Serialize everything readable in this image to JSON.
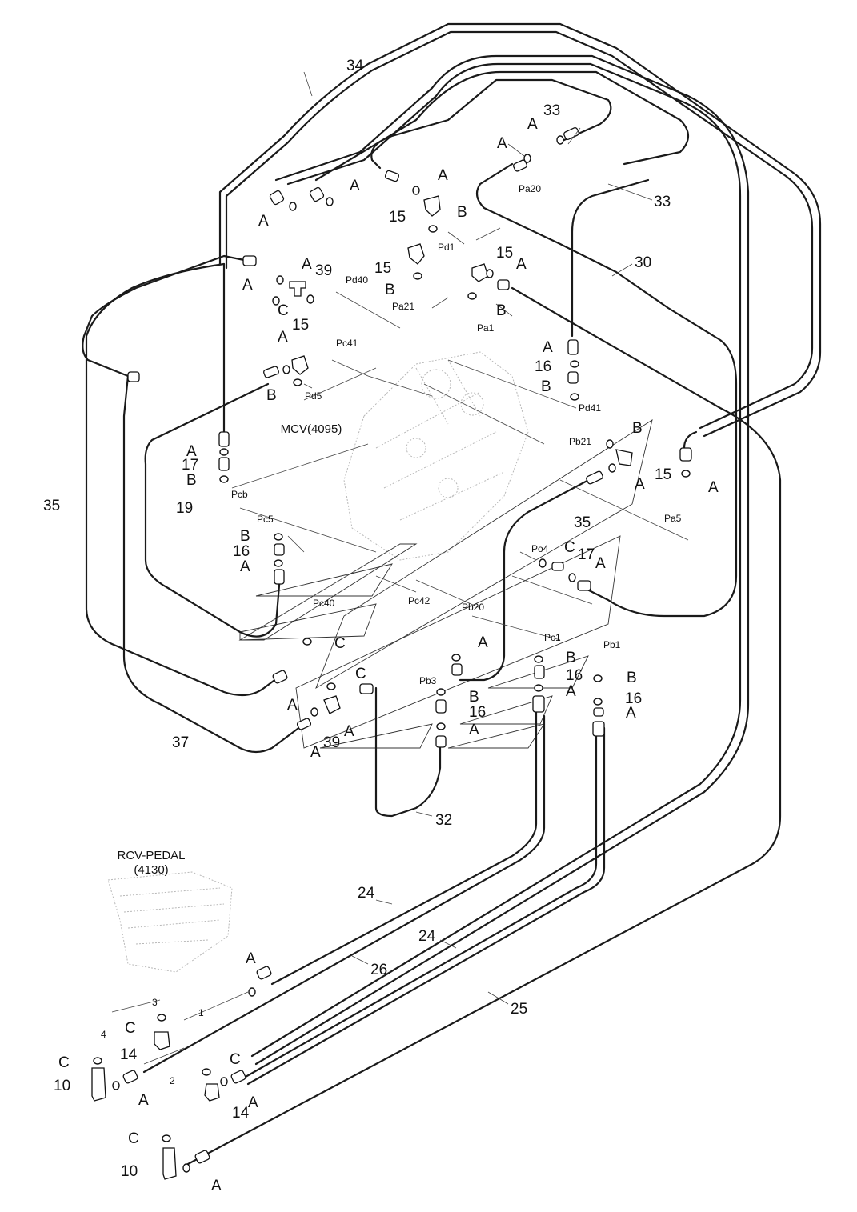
{
  "diagram": {
    "components": [
      {
        "id": "mcv",
        "label": "MCV(4095)"
      },
      {
        "id": "rcv",
        "label_lines": [
          "RCV-PEDAL",
          "(4130)"
        ]
      }
    ],
    "part_numbers": [
      "34",
      "33",
      "33",
      "30",
      "35",
      "35",
      "37",
      "32",
      "24",
      "24",
      "26",
      "25",
      "39",
      "39",
      "15",
      "15",
      "15",
      "15",
      "16",
      "16",
      "16",
      "16",
      "17",
      "17",
      "19",
      "14",
      "14",
      "10",
      "10"
    ],
    "seal_letters": [
      "A",
      "B",
      "C"
    ],
    "port_labels": [
      "Pa20",
      "Pd1",
      "Pd40",
      "Pa21",
      "Pa1",
      "Pc41",
      "Pd5",
      "Pd41",
      "Pb21",
      "Pcb",
      "Pa5",
      "Pc5",
      "Po4",
      "Pc40",
      "Pc42",
      "Pb20",
      "Pc1",
      "Pb1",
      "Pb3"
    ],
    "rcv_port_numbers": [
      "1",
      "2",
      "3",
      "4"
    ]
  }
}
